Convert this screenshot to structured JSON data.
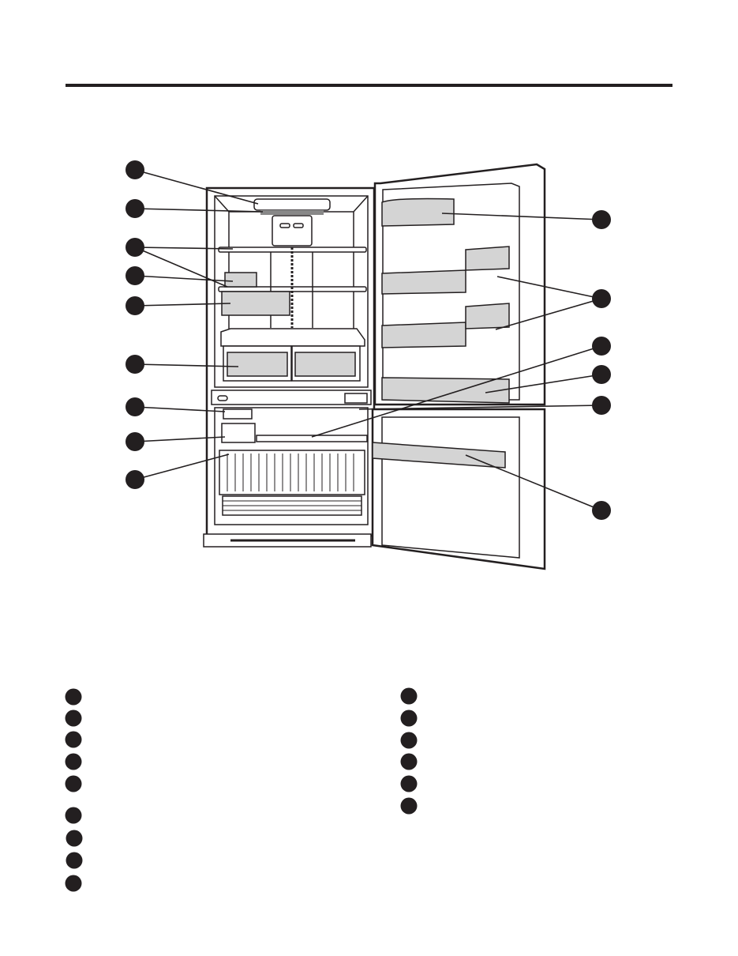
{
  "colors": {
    "ink": "#231f20",
    "bin_fill": "#d4d4d4",
    "paper": "#ffffff"
  },
  "figure": {
    "subject": "refrigerator-interior-parts",
    "callouts_left_count": 9,
    "callouts_right_count": 6
  },
  "legend": {
    "left_column_count": 9,
    "right_column_count": 6
  }
}
